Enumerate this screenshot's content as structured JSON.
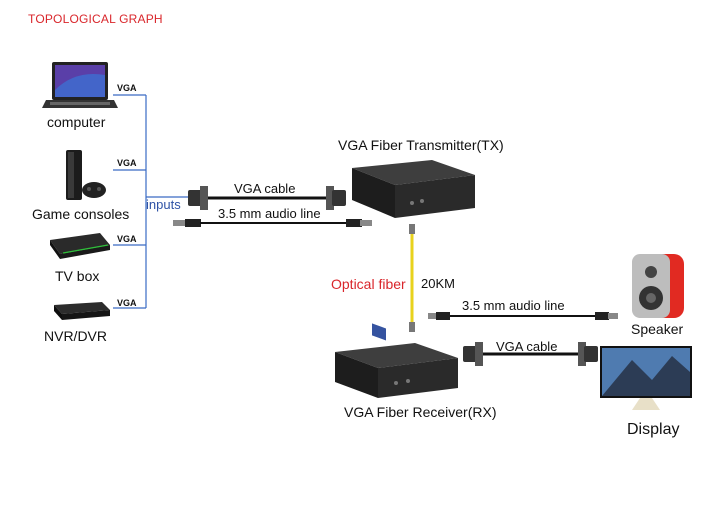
{
  "title": "TOPOLOGICAL GRAPH",
  "sources": [
    {
      "label": "computer",
      "port": "VGA"
    },
    {
      "label": "Game consoles",
      "port": "VGA"
    },
    {
      "label": "TV box",
      "port": "VGA"
    },
    {
      "label": "NVR/DVR",
      "port": "VGA"
    }
  ],
  "inputs_label": "inputs",
  "tx_label": "VGA Fiber Transmitter(TX)",
  "rx_label": "VGA Fiber Receiver(RX)",
  "cable_tx_video": "VGA cable",
  "cable_tx_audio": "3.5 mm audio line",
  "cable_rx_video": "VGA cable",
  "cable_rx_audio": "3.5 mm audio line",
  "fiber_label": "Optical fiber",
  "fiber_distance": "20KM",
  "speaker_label": "Speaker",
  "display_label": "Display"
}
